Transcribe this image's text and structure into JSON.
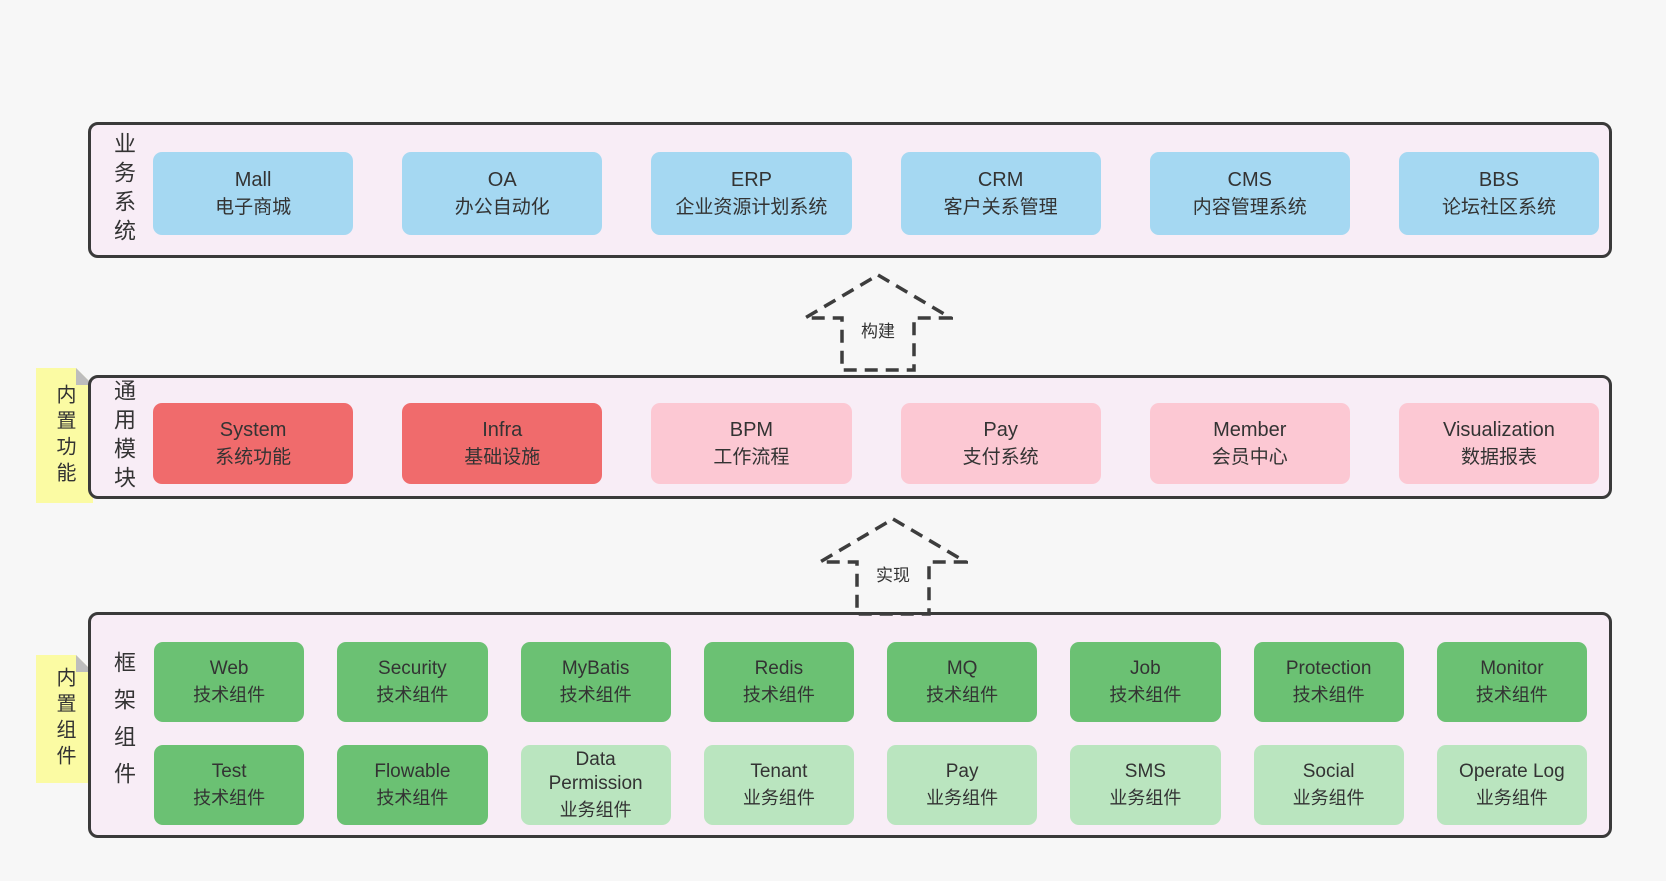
{
  "colors": {
    "page_bg": "#f7f7f7",
    "band_bg": "#f8edf6",
    "band_border": "#3a3a3a",
    "blue": "#a5d8f2",
    "red": "#f06b6c",
    "pink": "#fcc8d3",
    "green": "#6bc173",
    "green_light": "#bae5bf",
    "note_yellow": "#fbfba3",
    "note_fold_gray": "#bdbdbd",
    "text": "#333333"
  },
  "arrows": [
    {
      "label": "构建"
    },
    {
      "label": "实现"
    }
  ],
  "layers": [
    {
      "side_label": "业务系统",
      "boxes": [
        {
          "title": "Mall",
          "subtitle": "电子商城",
          "variant": "blue"
        },
        {
          "title": "OA",
          "subtitle": "办公自动化",
          "variant": "blue"
        },
        {
          "title": "ERP",
          "subtitle": "企业资源计划系统",
          "variant": "blue"
        },
        {
          "title": "CRM",
          "subtitle": "客户关系管理",
          "variant": "blue"
        },
        {
          "title": "CMS",
          "subtitle": "内容管理系统",
          "variant": "blue"
        },
        {
          "title": "BBS",
          "subtitle": "论坛社区系统",
          "variant": "blue"
        }
      ]
    },
    {
      "side_label": "通用模块",
      "note": "内置功能",
      "boxes": [
        {
          "title": "System",
          "subtitle": "系统功能",
          "variant": "red"
        },
        {
          "title": "Infra",
          "subtitle": "基础设施",
          "variant": "red"
        },
        {
          "title": "BPM",
          "subtitle": "工作流程",
          "variant": "pink"
        },
        {
          "title": "Pay",
          "subtitle": "支付系统",
          "variant": "pink"
        },
        {
          "title": "Member",
          "subtitle": "会员中心",
          "variant": "pink"
        },
        {
          "title": "Visualization",
          "subtitle": "数据报表",
          "variant": "pink"
        }
      ]
    },
    {
      "side_label": "框架组件",
      "note": "内置组件",
      "boxes": [
        {
          "title": "Web",
          "subtitle": "技术组件",
          "variant": "green"
        },
        {
          "title": "Security",
          "subtitle": "技术组件",
          "variant": "green"
        },
        {
          "title": "MyBatis",
          "subtitle": "技术组件",
          "variant": "green"
        },
        {
          "title": "Redis",
          "subtitle": "技术组件",
          "variant": "green"
        },
        {
          "title": "MQ",
          "subtitle": "技术组件",
          "variant": "green"
        },
        {
          "title": "Job",
          "subtitle": "技术组件",
          "variant": "green"
        },
        {
          "title": "Protection",
          "subtitle": "技术组件",
          "variant": "green"
        },
        {
          "title": "Monitor",
          "subtitle": "技术组件",
          "variant": "green"
        },
        {
          "title": "Test",
          "subtitle": "技术组件",
          "variant": "green"
        },
        {
          "title": "Flowable",
          "subtitle": "技术组件",
          "variant": "green"
        },
        {
          "title": "Data\nPermission",
          "subtitle": "业务组件",
          "variant": "green-light"
        },
        {
          "title": "Tenant",
          "subtitle": "业务组件",
          "variant": "green-light"
        },
        {
          "title": "Pay",
          "subtitle": "业务组件",
          "variant": "green-light"
        },
        {
          "title": "SMS",
          "subtitle": "业务组件",
          "variant": "green-light"
        },
        {
          "title": "Social",
          "subtitle": "业务组件",
          "variant": "green-light"
        },
        {
          "title": "Operate Log",
          "subtitle": "业务组件",
          "variant": "green-light"
        }
      ]
    }
  ]
}
